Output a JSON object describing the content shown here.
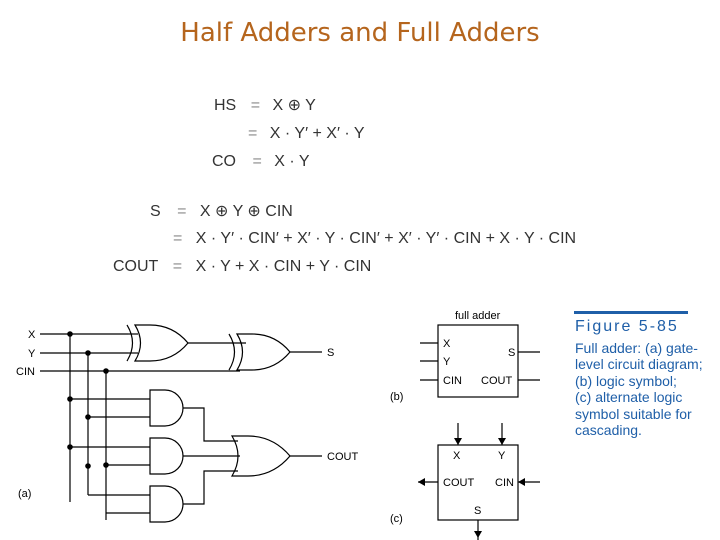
{
  "title": "Half Adders and Full Adders",
  "half_adder": {
    "hs_lhs": "HS",
    "hs_eq1": "X ⊕ Y",
    "hs_eq2": "X · Y′ + X′ · Y",
    "co_lhs": "CO",
    "co_eq": "X · Y"
  },
  "full_adder": {
    "s_lhs": "S",
    "s_eq1": "X ⊕ Y ⊕ CIN",
    "s_eq2": "X · Y′ · CIN′ + X′ · Y · CIN′ + X′ · Y′ · CIN + X · Y · CIN",
    "cout_lhs": "COUT",
    "cout_eq": "X · Y + X · CIN + Y · CIN"
  },
  "eq_sign": "=",
  "circuit": {
    "in_x": "X",
    "in_y": "Y",
    "in_cin": "CIN",
    "out_s": "S",
    "out_cout": "COUT",
    "part_a": "(a)"
  },
  "symbol_b": {
    "title": "full adder",
    "x": "X",
    "y": "Y",
    "cin": "CIN",
    "s": "S",
    "cout": "COUT",
    "part": "(b)"
  },
  "symbol_c": {
    "x": "X",
    "y": "Y",
    "cout": "COUT",
    "cin": "CIN",
    "s": "S",
    "part": "(c)"
  },
  "figure": {
    "label": "Figure 5-85",
    "caption": [
      "Full adder: (a) gate-",
      "level circuit diagram;",
      "(b) logic symbol;",
      "(c) alternate logic",
      "symbol suitable for",
      "cascading."
    ]
  },
  "colors": {
    "title": "#b5651d",
    "figure": "#1f5fa8",
    "lines": "#000000"
  }
}
